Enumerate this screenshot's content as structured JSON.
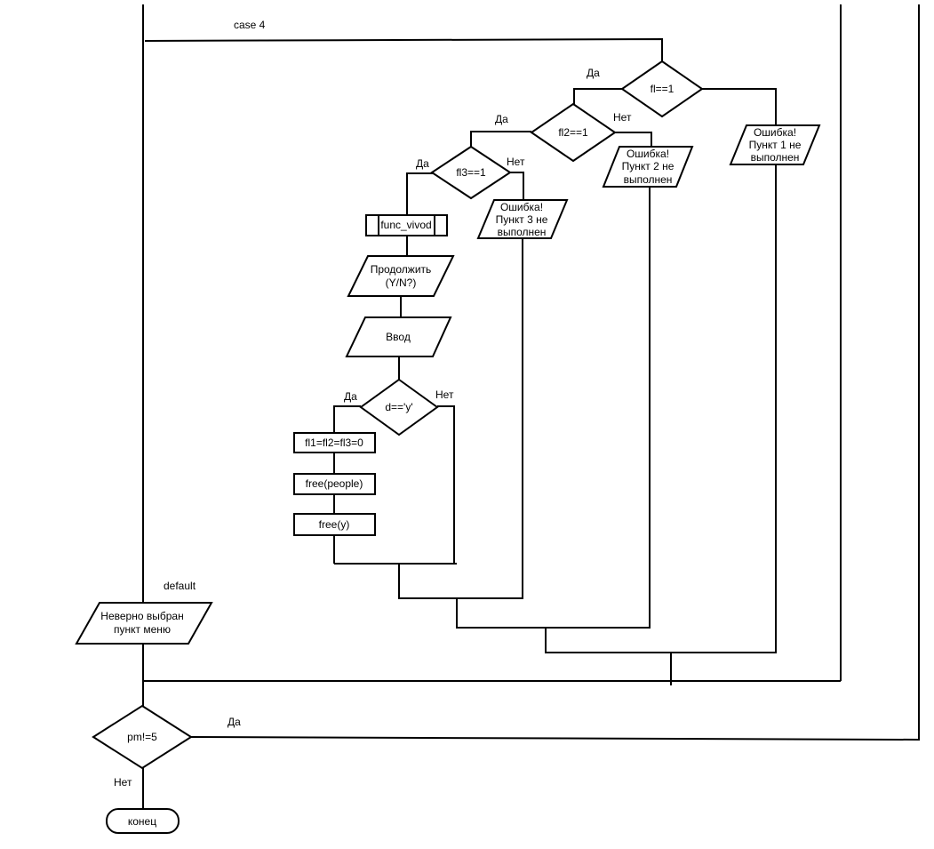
{
  "labels": {
    "case4": "case 4",
    "default": "default",
    "yes_fl1": "Да",
    "yes_fl2": "Да",
    "no_fl2": "Нет",
    "yes_fl3": "Да",
    "no_fl3": "Нет",
    "yes_d": "Да",
    "no_d": "Нет",
    "yes_pm": "Да",
    "no_pm": "Нет"
  },
  "nodes": {
    "fl1": "fl==1",
    "fl2": "fl2==1",
    "fl3": "fl3==1",
    "err1": [
      "Ошибка!",
      "Пункт 1 не",
      "выполнен"
    ],
    "err2": [
      "Ошибка!",
      "Пункт 2 не",
      "выполнен"
    ],
    "err3": [
      "Ошибка!",
      "Пункт 3 не",
      "выполнен"
    ],
    "func_vivod": "func_vivod",
    "continue_prompt": [
      "Продолжить",
      "(Y/N?)"
    ],
    "input": "Ввод",
    "d_check": "d=='y'",
    "reset_flags": "fl1=fl2=fl3=0",
    "free_people": "free(people)",
    "free_y": "free(y)",
    "wrong_choice": [
      "Неверно выбран",
      "пункт меню"
    ],
    "pm_check": "pm!=5",
    "end": "конец"
  }
}
